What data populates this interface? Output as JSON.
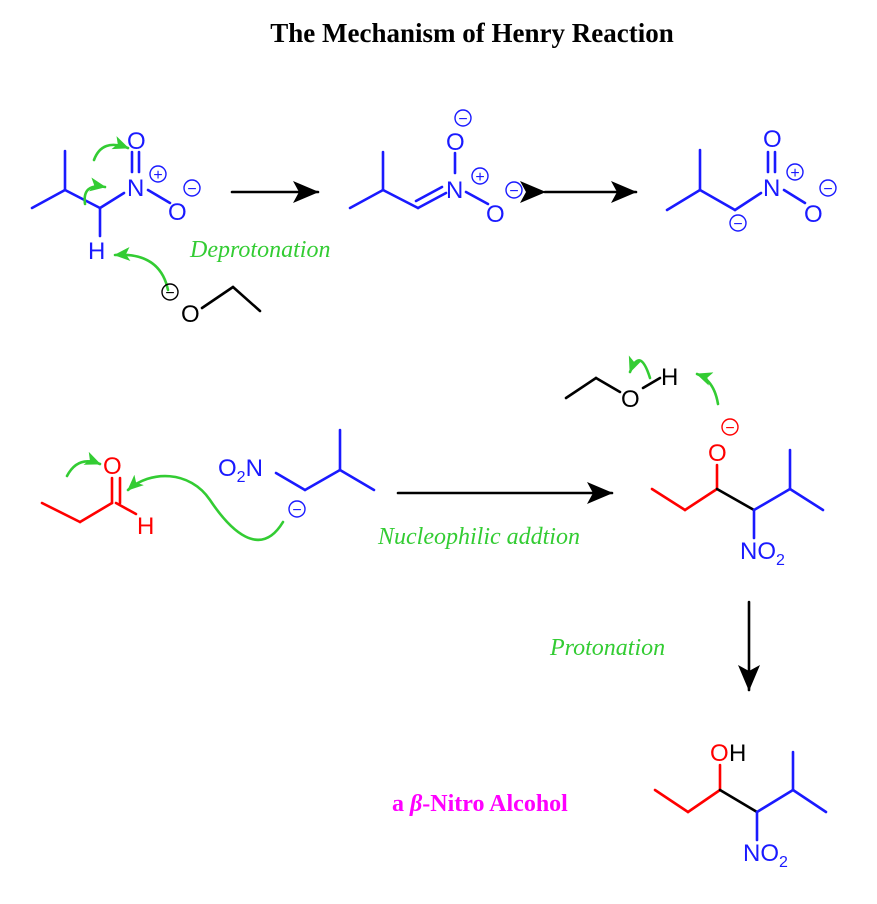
{
  "title": "The Mechanism of Henry Reaction",
  "colors": {
    "nitro_compound": "#1a1aff",
    "aldehyde": "#ff0000",
    "base_and_bonds": "#000000",
    "electron_arrows": "#33cc33",
    "step_labels": "#33cc33",
    "product_label": "#ff00ff"
  },
  "atoms": {
    "N": "N",
    "O": "O",
    "H": "H",
    "OH_O": "O",
    "OH_H": "H",
    "O2N_O": "O",
    "O2N_sub": "2",
    "O2N_N": "N",
    "NO2_NO": "NO",
    "NO2_sub": "2"
  },
  "charges": {
    "plus": "+",
    "minus": "−"
  },
  "steps": {
    "deprotonation": "Deprotonation",
    "nucleophilic_addition": "Nucleophilic addtion",
    "protonation": "Protonation"
  },
  "product_label": {
    "article": "a ",
    "greek": "β",
    "name": "-Nitro Alcohol"
  }
}
